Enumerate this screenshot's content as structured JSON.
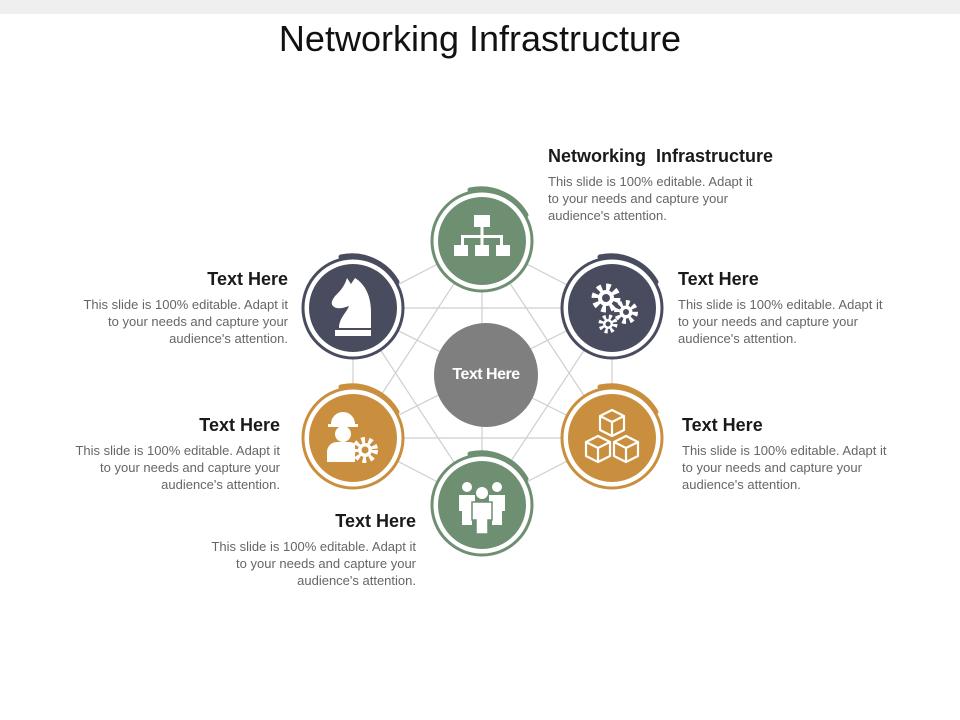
{
  "title": "Networking Infrastructure",
  "center_label": "Text Here",
  "colors": {
    "green": "#6f8f72",
    "navy": "#484c5e",
    "orange": "#c98f3e",
    "center": "#7f7f7f",
    "connector": "#cfcfcf"
  },
  "nodes": [
    {
      "key": "top",
      "icon": "network-hierarchy-icon",
      "color": "green",
      "heading": "Networking  Infrastructure",
      "lines": [
        "This slide is 100% editable. Adapt it",
        "to your needs and capture your",
        "audience's attention."
      ]
    },
    {
      "key": "upper-right",
      "icon": "gears-icon",
      "color": "navy",
      "heading": "Text Here",
      "lines": [
        "This slide is 100% editable. Adapt it",
        "to your needs and capture your",
        "audience's attention."
      ]
    },
    {
      "key": "lower-right",
      "icon": "cubes-icon",
      "color": "orange",
      "heading": "Text Here",
      "lines": [
        "This slide is 100% editable. Adapt it",
        "to your needs and capture your",
        "audience's attention."
      ]
    },
    {
      "key": "bottom",
      "icon": "team-icon",
      "color": "green",
      "heading": "Text Here",
      "lines": [
        "This slide is 100% editable. Adapt it",
        "to your needs and capture your",
        "audience's attention."
      ]
    },
    {
      "key": "lower-left",
      "icon": "engineer-gear-icon",
      "color": "orange",
      "heading": "Text Here",
      "lines": [
        "This slide is 100% editable. Adapt it",
        "to your needs and capture your",
        "audience's attention."
      ]
    },
    {
      "key": "upper-left",
      "icon": "chess-knight-icon",
      "color": "navy",
      "heading": "Text Here",
      "lines": [
        "This slide is 100% editable. Adapt it",
        "to your needs and capture your",
        "audience's attention."
      ]
    }
  ]
}
